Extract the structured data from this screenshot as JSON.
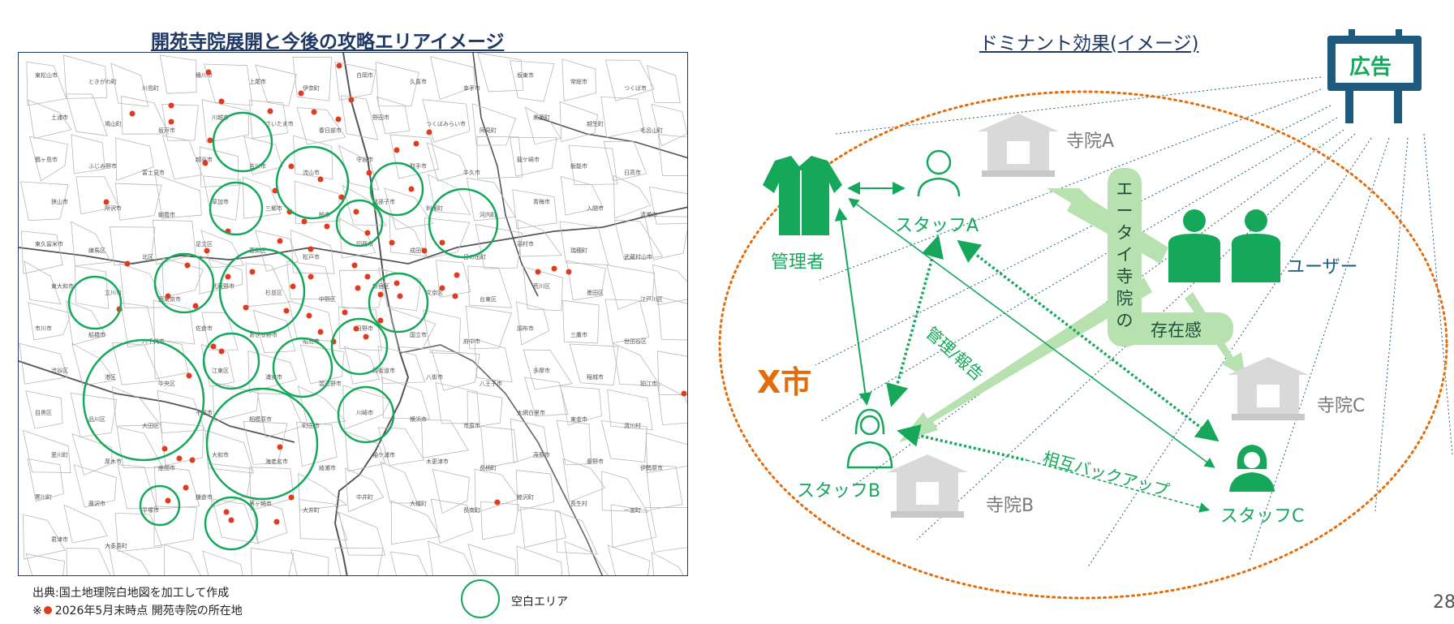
{
  "left": {
    "title": "開苑寺院展開と今後の攻略エリアイメージ",
    "map_labels": [
      "東松山市",
      "ときがわ町",
      "川島町",
      "桶川市",
      "上尾市",
      "伊奈町",
      "白岡市",
      "久喜市",
      "幸手市",
      "坂東市",
      "常総市",
      "つくば市",
      "土浦市",
      "鳩山町",
      "坂戸市",
      "川越市",
      "さいたま市",
      "春日部市",
      "野田市",
      "つくばみらい市",
      "阿見町",
      "美里町",
      "越生町",
      "毛呂山町",
      "鶴ヶ島市",
      "ふじみ野市",
      "富士見市",
      "越谷市",
      "吉川市",
      "流山市",
      "守谷市",
      "取手市",
      "牛久市",
      "龍ケ崎市",
      "飯能市",
      "日高市",
      "狭山市",
      "所沢市",
      "朝霞市",
      "草加市",
      "三郷市",
      "柏市",
      "我孫子市",
      "利根町",
      "河内町",
      "青梅市",
      "入間市",
      "清瀬市",
      "東久留米市",
      "練馬区",
      "北区",
      "足立区",
      "葛飾区",
      "松戸市",
      "印西市",
      "成田市",
      "日の出町",
      "羽村市",
      "瑞穂町",
      "武蔵村山市",
      "東大和市",
      "立川市",
      "西東京市",
      "武蔵野市",
      "杉並区",
      "中野区",
      "新宿区",
      "文京区",
      "台東区",
      "荒川区",
      "墨田区",
      "江戸川区",
      "市川市",
      "船橋市",
      "八千代市",
      "佐倉市",
      "あきる野市",
      "昭島市",
      "日野市",
      "国立市",
      "府中市",
      "調布市",
      "三鷹市",
      "世田谷区",
      "渋谷区",
      "港区",
      "中央区",
      "江東区",
      "浦安市",
      "習志野市",
      "四街道市",
      "八街市",
      "八王子市",
      "多摩市",
      "稲城市",
      "狛江市",
      "目黒区",
      "品川区",
      "大田区",
      "千葉市",
      "相模原市",
      "町田市",
      "川崎市",
      "横浜市",
      "市原市",
      "大網白里市",
      "東金市",
      "清川村",
      "愛川町",
      "厚木市",
      "座間市",
      "大和市",
      "海老名市",
      "綾瀬市",
      "袖ケ浦市",
      "木更津市",
      "長柄町",
      "茂原市",
      "秦野市",
      "伊勢原市",
      "寒川町",
      "藤沢市",
      "平塚市",
      "鎌倉市",
      "茅ヶ崎市",
      "大井町",
      "中井町",
      "大磯町",
      "長南町",
      "睦沢町",
      "長生村",
      "一宮町",
      "君津市",
      "大多喜町"
    ],
    "source_note": "出典:国土地理院白地図を加工して作成",
    "location_note_prefix": "※",
    "location_note": "2026年5月末時点 開苑寺院の所在地",
    "legend_label": "空白エリア",
    "colors": {
      "circle": "#16a85a",
      "dot": "#e03b1e",
      "frame": "#1f3864"
    }
  },
  "right": {
    "title": "ドミナント効果(イメージ)",
    "ad_label": "広告",
    "manager_label": "管理者",
    "staff_a_label": "スタッフA",
    "staff_b_label": "スタッフB",
    "staff_c_label": "スタッフC",
    "temple_a_label": "寺院A",
    "temple_b_label": "寺院B",
    "temple_c_label": "寺院C",
    "user_label": "ユーザー",
    "city_label": "X市",
    "presence_vertical": [
      "エ",
      "ー",
      "タ",
      "イ",
      "寺",
      "院",
      "の"
    ],
    "presence_horizontal": "存在感",
    "management_label": "管理/報告",
    "backup_label": "相互バックアップ",
    "colors": {
      "green": "#16a85a",
      "light_green": "#b7e2b0",
      "orange": "#e46c0a",
      "gray": "#d9d9d9",
      "navy": "#1e5a7e"
    }
  },
  "page_number": "28"
}
